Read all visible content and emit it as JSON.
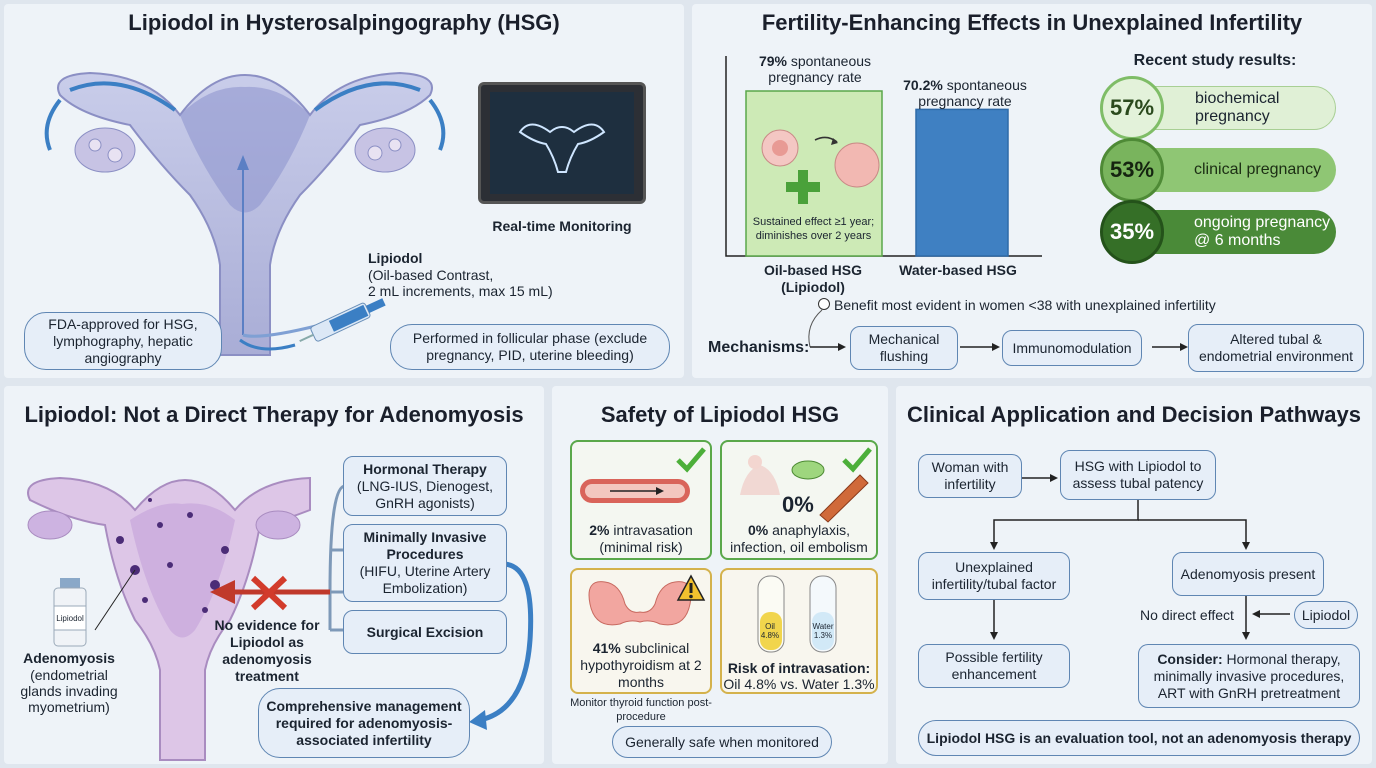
{
  "colors": {
    "bg": "#dfe6ee",
    "panel": "#eef3f8",
    "accent_blue": "#3b7fc4",
    "accent_green": "#6ab04c",
    "red": "#c0392b",
    "yellow_border": "#d4b24c",
    "green_border": "#5aa84a"
  },
  "hsg": {
    "title": "Lipiodol in Hysterosalpingography (HSG)",
    "monitor_label": "Real-time Monitoring",
    "lipiodol_name": "Lipiodol",
    "lipiodol_desc_1": "(Oil-based Contrast,",
    "lipiodol_desc_2": "2 mL increments, max 15 mL)",
    "fda_box": "FDA-approved for HSG, lymphography, hepatic angiography",
    "phase_box": "Performed in follicular phase (exclude pregnancy, PID, uterine bleeding)"
  },
  "fertility": {
    "title": "Fertility-Enhancing Effects in Unexplained Infertility",
    "bar_oil_pct": "79%",
    "bar_oil_text": " spontaneous pregnancy rate",
    "bar_water_pct": "70.2%",
    "bar_water_text": " spontaneous pregnancy rate",
    "sustained_note": "Sustained effect ≥1 year; diminishes over 2 years",
    "bar_oil_label": "Oil-based HSG (Lipiodol)",
    "bar_water_label": "Water-based HSG",
    "results_title": "Recent study results:",
    "results": [
      {
        "pct": "57%",
        "label": "biochemical pregnancy"
      },
      {
        "pct": "53%",
        "label": "clinical pregnancy"
      },
      {
        "pct": "35%",
        "label": "ongoing pregnancy @ 6 months"
      }
    ],
    "benefit_note": "Benefit most evident in women <38 with unexplained infertility",
    "mechanisms_label": "Mechanisms:",
    "mechanisms": [
      "Mechanical flushing",
      "Immunomodulation",
      "Altered tubal & endometrial environment"
    ]
  },
  "chart_data": {
    "type": "bar",
    "categories": [
      "Oil-based HSG (Lipiodol)",
      "Water-based HSG"
    ],
    "values": [
      79,
      70.2
    ],
    "ylabel": "",
    "title": ""
  },
  "adeno": {
    "title": "Lipiodol: Not a Direct Therapy for Adenomyosis",
    "vial_label": "Lipiodol",
    "adeno_name": "Adenomyosis",
    "adeno_desc": "(endometrial glands invading myometrium)",
    "no_evidence": "No evidence for Lipiodol as adenomyosis treatment",
    "hormonal_title": "Hormonal Therapy",
    "hormonal_desc": "(LNG-IUS, Dienogest, GnRH agonists)",
    "minimal_title": "Minimally Invasive Procedures",
    "minimal_desc": "(HIFU, Uterine Artery Embolization)",
    "surgical": "Surgical Excision",
    "comprehensive": "Comprehensive management required for adenomyosis-associated infertility"
  },
  "safety": {
    "title": "Safety of Lipiodol HSG",
    "c1_pct": "2%",
    "c1_text": " intravasation (minimal risk)",
    "c2_big": "0%",
    "c2_pct": "0%",
    "c2_text": " anaphylaxis, infection, oil embolism",
    "c3_pct": "41%",
    "c3_text": " subclinical hypothyroidism at 2 months",
    "c3_note": "Monitor thyroid function post-procedure",
    "c4_tube_oil": "Oil 4.8%",
    "c4_tube_water": "Water 1.3%",
    "c4_title": "Risk of intravasation:",
    "c4_text": "Oil 4.8% vs. Water 1.3%",
    "footer": "Generally safe when monitored"
  },
  "clinical": {
    "title": "Clinical Application and Decision Pathways",
    "woman": "Woman with infertility",
    "hsg": "HSG with Lipiodol to assess tubal patency",
    "unexplained": "Unexplained infertility/tubal factor",
    "adeno_present": "Adenomyosis present",
    "no_direct": "No direct effect",
    "lipiodol": "Lipiodol",
    "possible": "Possible fertility enhancement",
    "consider_label": "Consider:",
    "consider_text": " Hormonal therapy, minimally invasive procedures, ART with GnRH pretreatment",
    "footer": "Lipiodol HSG is an evaluation tool, not an adenomyosis therapy"
  }
}
